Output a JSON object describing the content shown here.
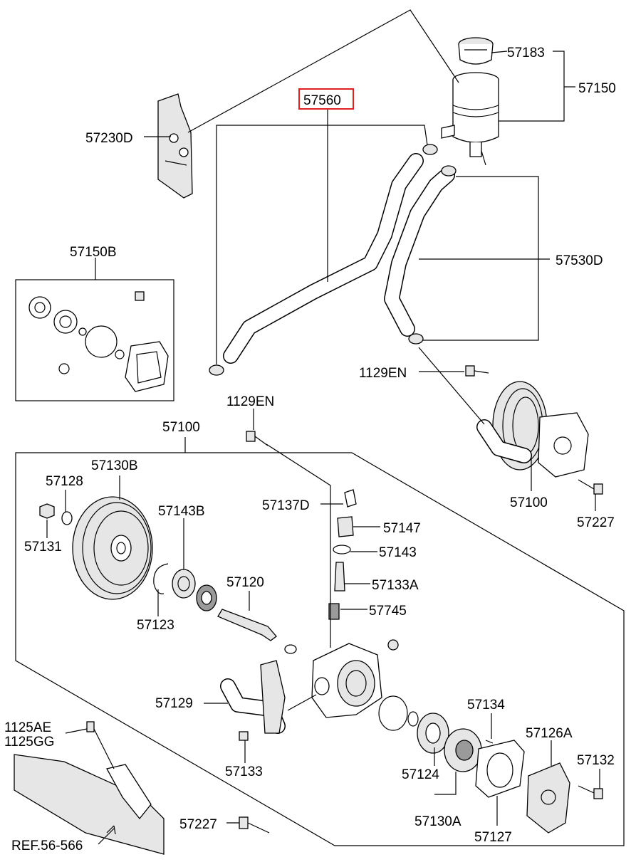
{
  "labels": {
    "l57560": "57560",
    "l57183": "57183",
    "l57150": "57150",
    "l57230D": "57230D",
    "l57150B": "57150B",
    "l57530D": "57530D",
    "l1129EN_a": "1129EN",
    "l1129EN_b": "1129EN",
    "l57100_a": "57100",
    "l57100_b": "57100",
    "l57227_a": "57227",
    "l57227_b": "57227",
    "l57130B": "57130B",
    "l57128": "57128",
    "l57131": "57131",
    "l57143B": "57143B",
    "l57137D": "57137D",
    "l57147": "57147",
    "l57143": "57143",
    "l57133A": "57133A",
    "l57120": "57120",
    "l57745": "57745",
    "l57123": "57123",
    "l57129": "57129",
    "l57134": "57134",
    "l57126A": "57126A",
    "l57132": "57132",
    "l1125AE": "1125AE",
    "l1125GG": "1125GG",
    "l57133": "57133",
    "l57124": "57124",
    "l57130A": "57130A",
    "l57127": "57127",
    "lREF": "REF.56-566"
  },
  "highlight_color": "#e02020"
}
